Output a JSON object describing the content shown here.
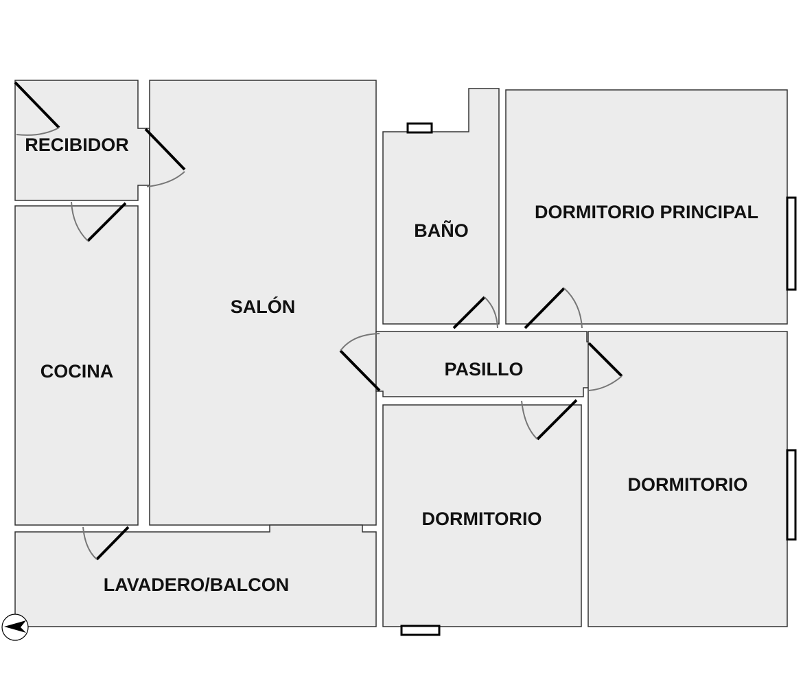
{
  "rooms": {
    "recibidor": "RECIBIDOR",
    "salon": "SALÓN",
    "cocina": "COCINA",
    "lavadero": "LAVADERO/BALCON",
    "bano": "BAÑO",
    "dormitorio_principal": "DORMITORIO PRINCIPAL",
    "pasillo": "PASILLO",
    "dormitorio_1": "DORMITORIO",
    "dormitorio_2": "DORMITORIO"
  },
  "colors": {
    "room_fill": "#ececec",
    "wall_stroke": "#333333",
    "door_leaf": "#000000",
    "door_swing": "#777777",
    "window": "#000000"
  },
  "icons": {
    "compass": "north-arrow-icon"
  }
}
